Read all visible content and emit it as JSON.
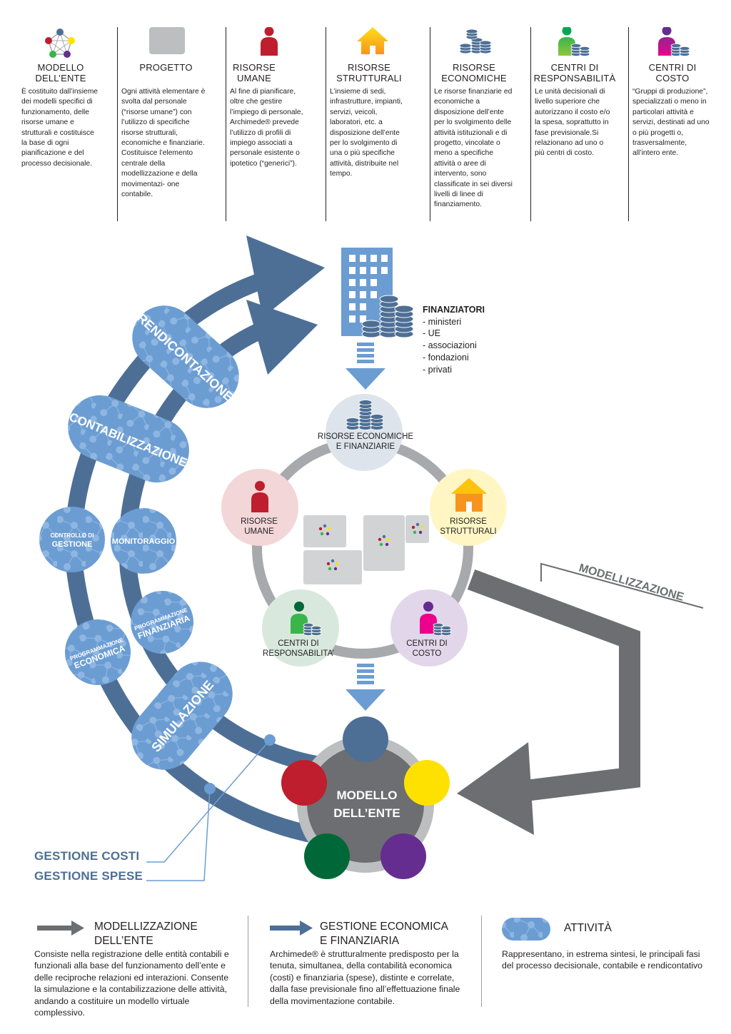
{
  "columns": [
    {
      "key": "modello",
      "icon": "network-icon",
      "title": "MODELLO DELL’ENTE",
      "desc": "È costituito dall’insieme dei modelli specifici di funzionamento, delle risorse umane e strutturali e costituisce la base di ogni pianificazione e del processo decisionale."
    },
    {
      "key": "progetto",
      "icon": "gray-square-icon",
      "title": "PROGETTO",
      "desc": "Ogni attività elementare è svolta dal personale (“risorse umane”) con l’utilizzo di specifiche risorse strutturali, economiche e finanziarie. Costituisce l’elemento centrale della modellizzazione e della movimentazi- one contabile."
    },
    {
      "key": "umane",
      "icon": "person-red-icon",
      "title": "RISORSE UMANE",
      "desc": "Al fine di pianificare, oltre che gestire l’impiego di personale, Archimede® prevede l’utilizzo di profili di impiego associati a personale esistente o ipotetico (“generici”)."
    },
    {
      "key": "strutturali",
      "icon": "house-icon",
      "title": "RISORSE STRUTTURALI",
      "desc": "L’insieme di sedi, infrastrutture, impianti, servizi, veicoli, laboratori, etc. a disposizione dell’ente per lo svolgimento di una o più specifiche attività, distribuite nel tempo."
    },
    {
      "key": "economiche",
      "icon": "coins-stack-icon",
      "title": "RISORSE ECONOMICHE",
      "desc": "Le risorse finanziarie ed economiche a disposizione dell’ente per lo svolgimento delle attività istituzionali e di progetto, vincolate o meno a specifiche attività o aree di intervento, sono classificate in sei diversi livelli di linee di finanziamento."
    },
    {
      "key": "responsabilita",
      "icon": "person-green-coins-icon",
      "title": "CENTRI DI RESPONSABILITÀ",
      "desc": "Le unità decisionali di livello superiore che autorizzano il costo e/o la spesa, soprattutto in fase previsionale.Si relazionano ad uno o più centri di costo."
    },
    {
      "key": "costo",
      "icon": "person-purple-coins-icon",
      "title": "CENTRI DI COSTO",
      "desc": "“Gruppi di produzione”, specializzati o meno in particolari attività e servizi, destinati ad uno o più progetti o, trasversalmente, all’intero ente."
    }
  ],
  "finanziatori": {
    "title": "FINANZIATORI",
    "items": [
      "- ministeri",
      "- UE",
      "- associazioni",
      "- fondazioni",
      "- privati"
    ]
  },
  "arc_activities": {
    "rendicontazione": "RENDICONTAZIONE",
    "contabilizzazione": "CONTABILIZZAZIONE",
    "controllo_line1": "CONTROLLO DI",
    "controllo_line2": "GESTIONE",
    "monitoraggio": "MONITORAGGIO",
    "prog_fin_line1": "PROGRAMMAZIONE",
    "prog_fin_line2": "FINANZIARIA",
    "prog_eco_line1": "PROGRAMMAZIONE",
    "prog_eco_line2": "ECONOMICA",
    "simulazione": "SIMULAZIONE"
  },
  "ring": {
    "top_line1": "RISORSE ECONOMICHE",
    "top_line2": "E FINANZIARIE",
    "left_line1": "RISORSE",
    "left_line2": "UMANE",
    "right_line1": "RISORSE",
    "right_line2": "STRUTTURALI",
    "bl_line1": "CENTRI DI",
    "bl_line2": "RESPONSABILITA’",
    "br_line1": "CENTRI DI",
    "br_line2": "COSTO"
  },
  "modellizzazione_label": "MODELLIZZAZIONE",
  "center": {
    "line1": "MODELLO",
    "line2": "DELL’ENTE"
  },
  "gestione_costi": "GESTIONE COSTI",
  "gestione_spese": "GESTIONE SPESE",
  "legend": [
    {
      "title_line1": "MODELLIZZAZIONE",
      "title_line2": "DELL’ENTE",
      "desc": "Consiste nella registrazione delle entità contabili e funzionali alla base del funzionamento dell’ente e delle reciproche relazioni ed interazioni. Consente la simulazione e la contabilizzazione delle attività, andando a costituire un modello virtuale complessivo."
    },
    {
      "title_line1": "GESTIONE ECONOMICA",
      "title_line2": "E FINANZIARIA",
      "desc": "Archimede® è strutturalmente predisposto per la tenuta, simultanea, della contabilità economica (costi) e finanziaria (spese), distinte e correlate, dalla fase previsionale fino all’effettuazione finale della movimentazione contabile."
    },
    {
      "title_line1": "ATTIVITÀ",
      "title_line2": "",
      "desc": "Rappresentano, in estrema sintesi, le principali fasi del processo decisionale, contabile e rendicontativo"
    }
  ],
  "colors": {
    "blue": "#4e6f95",
    "light_blue": "#6b9dd3",
    "gray": "#6d6e71",
    "red": "#be1e2d",
    "yellow": "#ffe100",
    "green": "#006838",
    "purple": "#662d91"
  }
}
